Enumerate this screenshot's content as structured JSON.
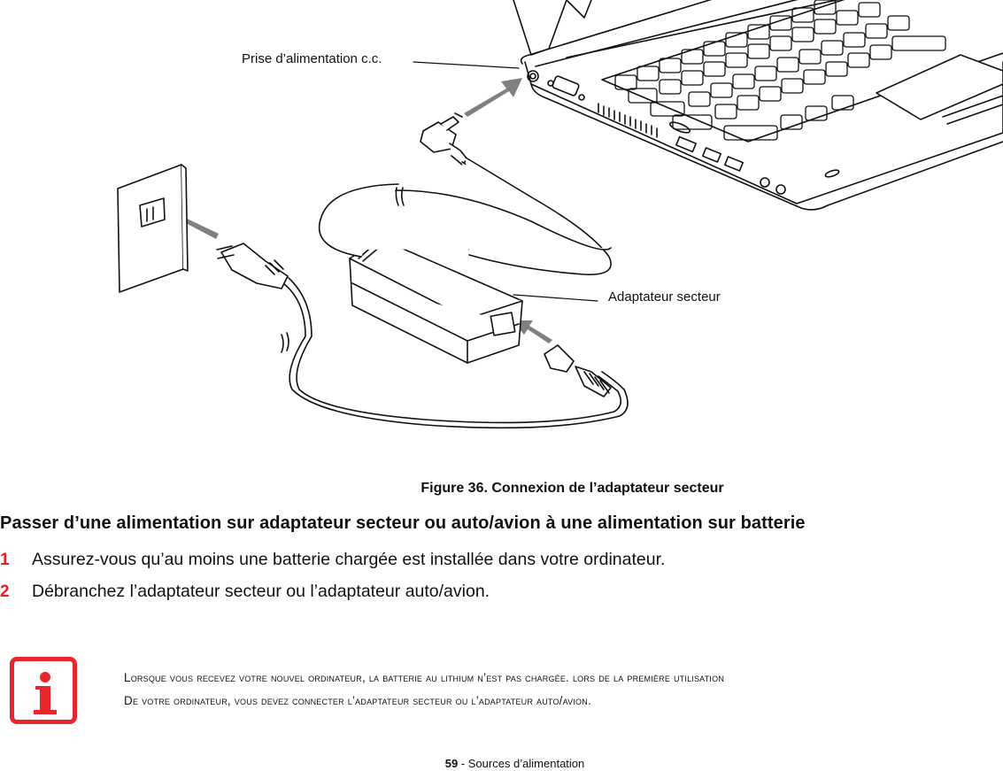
{
  "figure": {
    "callouts": {
      "dc_jack": "Prise d’alimentation c.c.",
      "ac_adapter": "Adaptateur secteur"
    },
    "caption": "Figure 36.  Connexion de l’adaptateur secteur"
  },
  "section": {
    "title": "Passer d’une alimentation sur adaptateur secteur ou auto/avion à une alimentation sur batterie",
    "steps": [
      {
        "number": "1",
        "text": "Assurez-vous qu’au moins une batterie chargée est installée dans votre ordinateur."
      },
      {
        "number": "2",
        "text": "Débranchez l’adaptateur secteur ou l’adaptateur auto/avion."
      }
    ]
  },
  "note": {
    "icon": "info-icon",
    "line1": "Lorsque vous recevez votre nouvel ordinateur, la batterie au lithium n’est pas chargée. Lors de la première utilisation",
    "line2": "de votre ordinateur, vous devez connecter l’adaptateur secteur ou l’adaptateur auto/avion."
  },
  "footer": {
    "page_number": "59",
    "separator": " - ",
    "section": "Sources d’alimentation"
  },
  "colors": {
    "accent_red": "#e31e24",
    "arrow_gray": "#808080",
    "text": "#111111"
  }
}
